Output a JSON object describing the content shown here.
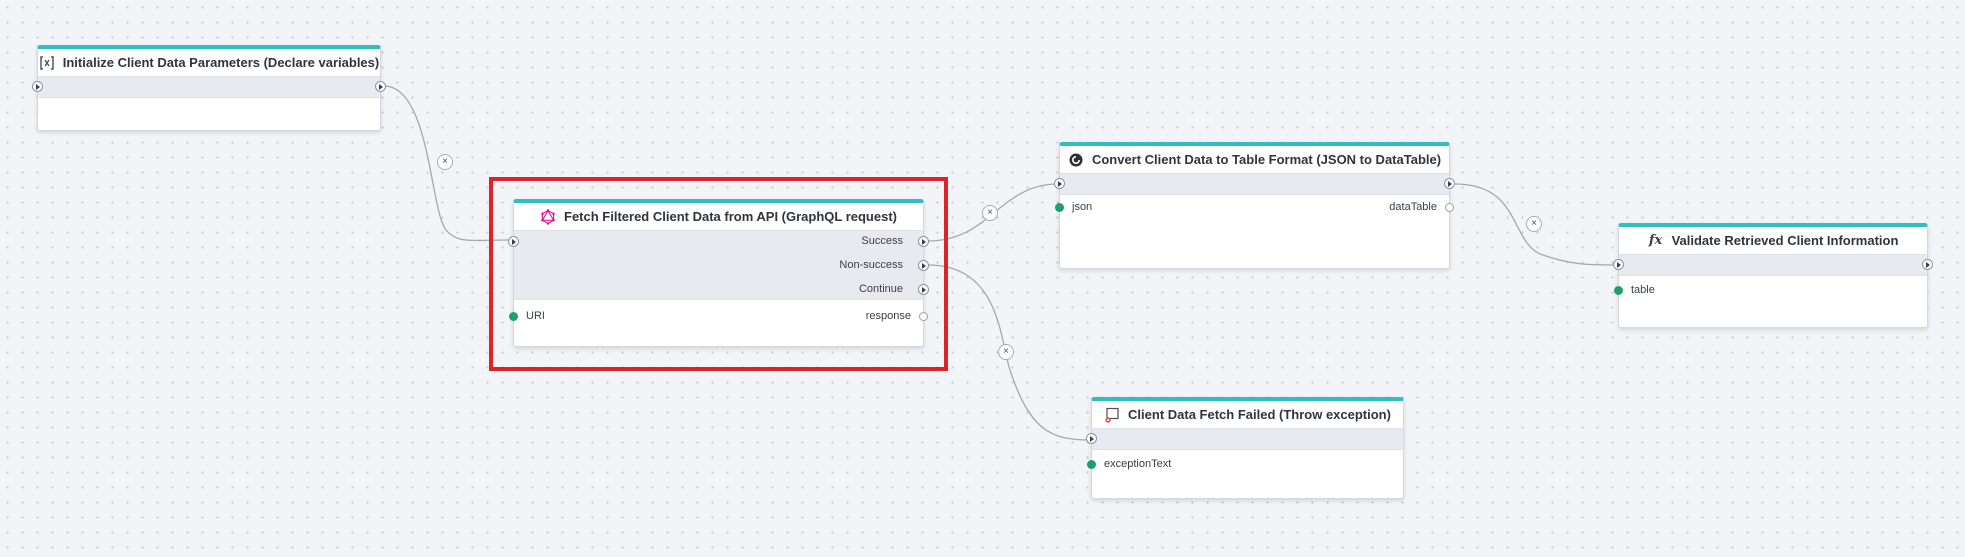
{
  "canvas": {
    "background": "#f3f4f7",
    "accent": "#2fbfc1",
    "selection_color": "#dc2329",
    "data_pin_color": "#1ea06a"
  },
  "nodes": {
    "init": {
      "title": "Initialize Client Data Parameters (Declare variables)",
      "icon": "variable-brackets-icon"
    },
    "fetch": {
      "title": "Fetch Filtered Client Data from API (GraphQL request)",
      "icon": "graphql-icon",
      "outputs": {
        "success": "Success",
        "non_success": "Non-success",
        "continue": "Continue"
      },
      "input_port": "URI",
      "output_port": "response"
    },
    "convert": {
      "title": "Convert Client Data to Table Format (JSON to DataTable)",
      "icon": "json-circle-icon",
      "input_port": "json",
      "output_port": "dataTable"
    },
    "validate": {
      "title": "Validate Retrieved Client Information",
      "icon": "function-fx-icon",
      "input_port": "table"
    },
    "error": {
      "title": "Client Data Fetch Failed (Throw exception)",
      "icon": "throw-exception-icon",
      "input_port": "exceptionText"
    }
  },
  "wire_delete_glyph": "×"
}
